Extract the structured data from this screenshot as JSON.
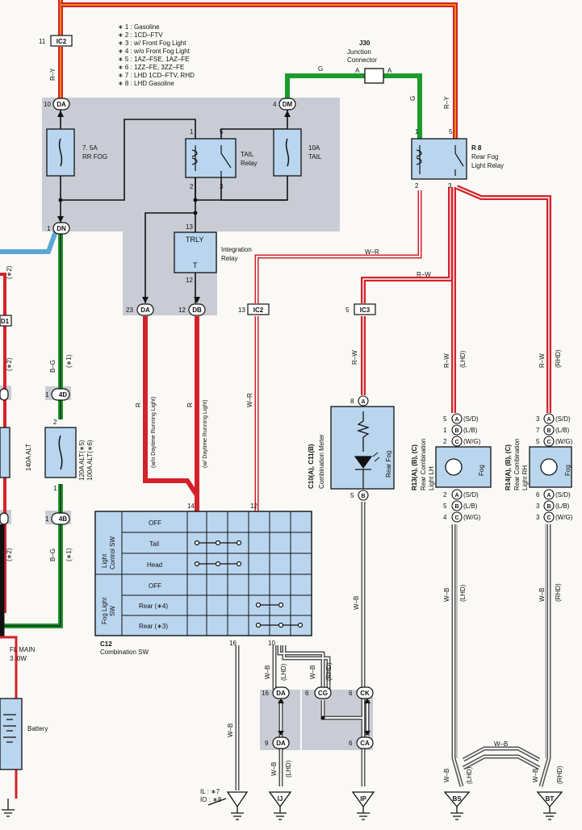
{
  "notes": [
    "∗ 1 : Gasoline",
    "∗ 2 : 1CD–FTV",
    "∗ 3 : w/ Front Fog Light",
    "∗ 4 : w/o Front Fog Light",
    "∗ 5 : 1AZ–FSE, 1AZ–FE",
    "∗ 6 : 1ZZ–FE, 3ZZ–FE",
    "∗ 7 : LHD 1CD–FTV, RHD",
    "∗ 8 : LHD Gasoline"
  ],
  "connectors": {
    "ic2_top": "IC2",
    "da": "DA",
    "dm": "DM",
    "dn": "DN",
    "da23": "DA",
    "db12": "DB",
    "ic2_13": "IC2",
    "ic3": "IC3",
    "d01": "D1",
    "ad4": "4D",
    "ab4": "4B",
    "da16": "DA",
    "da9": "DA",
    "cg": "CG",
    "ck": "CK",
    "ca": "CA"
  },
  "pins": {
    "p11": "11",
    "p10": "10",
    "p4": "4",
    "p1dn": "1",
    "p23": "23",
    "p12db": "12",
    "p13ic": "13",
    "p5ic": "5",
    "r8p1": "1",
    "r8p5": "5",
    "r8p2": "2",
    "r8p3": "3",
    "tp1": "1",
    "tp5": "5",
    "tp2": "2",
    "tp3": "3",
    "ip13": "13",
    "ip12": "12",
    "cs14": "14",
    "cs12": "12",
    "cs16": "16",
    "cs10": "10",
    "m8": "8",
    "m5": "5",
    "p1_4d": "1",
    "p1_4b": "1",
    "f2": "2",
    "f1": "1",
    "p16": "16",
    "p9": "9",
    "p6cg": "6",
    "p6ck": "6",
    "p6ca": "6",
    "lh5": "5",
    "lh1": "1",
    "lh2": "2",
    "lh2b": "2",
    "lh5b": "5",
    "lh4b": "4",
    "rh3": "3",
    "rh7": "7",
    "rh5": "5",
    "rh6": "6",
    "rh3b": "3",
    "rh3c": "3",
    "la": "A",
    "lb": "B",
    "lc": "C",
    "ra": "A",
    "rb": "B",
    "rc": "C",
    "mA": "A",
    "mB": "B"
  },
  "components": {
    "fuse_rrfog": [
      "7. 5A",
      "RR FOG"
    ],
    "fuse_tail": [
      "10A",
      "TAIL"
    ],
    "tail_relay": [
      "TAIL",
      "Relay"
    ],
    "trly": "TRLY",
    "trly_t": "T",
    "integration_relay": [
      "Integration",
      "Relay"
    ],
    "j30": [
      "J30",
      "Junction",
      "Connector"
    ],
    "r8": [
      "R 8",
      "Rear Fog",
      "Light Relay"
    ],
    "meter_id": "C10(A), C11(B)",
    "meter_name": "Combination Meter",
    "rear_fog": "Rear Fog",
    "r13_id": "R13(A), (B), (C)",
    "r13_name": [
      "Rear Combination",
      "Light LH"
    ],
    "r14_id": "R14(A), (B), (C)",
    "r14_name": [
      "Rear Combination",
      "Light RH"
    ],
    "fog": "Fog",
    "c12": "C12",
    "combination_sw": "Combination SW",
    "light_control_sw": [
      "Light",
      "Control SW"
    ],
    "fog_light_sw": [
      "Fog Light",
      "SW"
    ],
    "sw_off1": "OFF",
    "sw_tail": "Tail",
    "sw_head": "Head",
    "sw_off2": "OFF",
    "sw_rear4": "Rear (∗4)",
    "sw_rear3": "Rear (∗3)",
    "alt140": "140A ALT",
    "alt120": [
      "120A ALT(∗5)",
      "100A ALT(∗6)"
    ],
    "fl_main": [
      "FL MAIN",
      "3. 0W"
    ],
    "battery": "Battery",
    "il_io": [
      "IL : ∗7",
      "IO : ∗8"
    ]
  },
  "wires": {
    "ry1": "R–Y",
    "ry2": "R–Y",
    "g1": "G",
    "g2": "G",
    "ja": "A",
    "jb": "A",
    "wr1": "W–R",
    "wr2": "W–R",
    "rw1": "R–W",
    "rw2": "R–W",
    "r1": "R",
    "r2": "R",
    "drl1": "(w/o Daytime Running Light)",
    "drl2": "(w/ Daytime Running Light)",
    "rw_lhd": "R–W",
    "lhd1": "(LHD)",
    "rw_rhd": "R–W",
    "rhd1": "(RHD)",
    "wb_m": "W–B",
    "wb_16": "W–B",
    "wb_lhd": "W–B",
    "lhd2": "(LHD)",
    "wb_rhd": "W–B",
    "rhd2": "(RHD)",
    "wb_10a": "W–B",
    "lhd3": "(LHD)",
    "wb_10b": "W–B",
    "rhd3": "(RHD)",
    "wb_9": "W–B",
    "lhd4": "(LHD)",
    "wb_bs": "W–B",
    "lhd5": "(LHD)",
    "wb_bt": "W–B",
    "rhd5": "(RHD)",
    "wb_x": "W–B",
    "bg1": "B–G",
    "bg2": "B–G",
    "star1a": "(∗1)",
    "star1b": "(∗1)",
    "star2a": "(∗2)",
    "star2b": "(∗2)",
    "star2c": "(∗2)",
    "ls_sd": "(S/D)",
    "ls_lb": "(L/B)",
    "ls_wg": "(W/G)",
    "ls_sd2": "(S/D)",
    "ls_lb2": "(L/B)",
    "ls_wg2": "(W/G)",
    "rs_sd": "(S/D)",
    "rs_lb": "(L/B)",
    "rs_wg": "(W/G)",
    "rs_sd2": "(S/D)",
    "rs_lb2": "(L/B)",
    "rs_wg2": "(W/G)"
  },
  "grounds": {
    "ij": "IJ",
    "ip": "IP",
    "bs": "BS",
    "bt": "BT"
  },
  "colors": {
    "red": "#d4222a",
    "green": "#1d9a2c",
    "orange": "#f08a1a",
    "blue": "#5aa7d6",
    "gray": "#c7cbd3",
    "box": "#b9d6ee"
  }
}
